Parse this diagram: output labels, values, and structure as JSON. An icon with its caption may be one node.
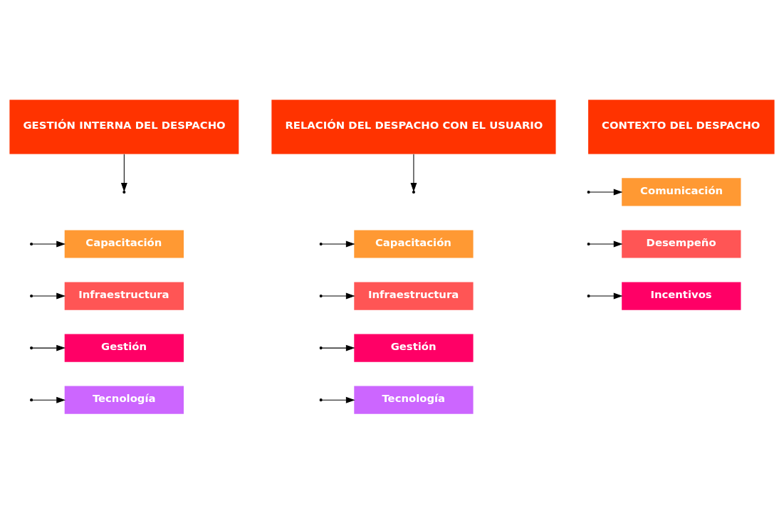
{
  "diagram": {
    "nodes": [
      {
        "text": [
          "GESTIÓN INTERNA DEL DESPACHO"
        ]
      },
      {
        "text": [
          "Capacitación"
        ]
      },
      {
        "text": [
          "Infraestructura"
        ]
      },
      {
        "text": [
          "Gestión"
        ]
      },
      {
        "text": [
          "Tecnología"
        ]
      },
      {
        "text": [
          "RELACIÓN DEL DESPACHO CON EL USUARIO"
        ]
      },
      {
        "text": [
          "Capacitación"
        ]
      },
      {
        "text": [
          "Infraestructura"
        ]
      },
      {
        "text": [
          "Gestión"
        ]
      },
      {
        "text": [
          "Tecnología"
        ]
      },
      {
        "text": [
          "CONTEXTO DEL DESPACHO"
        ]
      },
      {
        "text": [
          "Comunicación"
        ]
      },
      {
        "text": [
          "Desempeño"
        ]
      },
      {
        "text": [
          "Incentivos"
        ]
      }
    ],
    "edges": [
      {
        "from": 0,
        "to": null,
        "arrow": "to"
      },
      {
        "from": null,
        "to": 1,
        "arrow": "to"
      },
      {
        "from": null,
        "to": 2,
        "arrow": "to"
      },
      {
        "from": null,
        "to": 3,
        "arrow": "to"
      },
      {
        "from": null,
        "to": 4,
        "arrow": "to"
      },
      {
        "from": 5,
        "to": null,
        "arrow": "to"
      },
      {
        "from": null,
        "to": 6,
        "arrow": "to"
      },
      {
        "from": null,
        "to": 7,
        "arrow": "to"
      },
      {
        "from": null,
        "to": 8,
        "arrow": "to"
      },
      {
        "from": null,
        "to": 9,
        "arrow": "to"
      },
      {
        "from": null,
        "to": 11,
        "arrow": "to"
      },
      {
        "from": null,
        "to": 12,
        "arrow": "to"
      },
      {
        "from": null,
        "to": 13,
        "arrow": "to"
      }
    ]
  }
}
